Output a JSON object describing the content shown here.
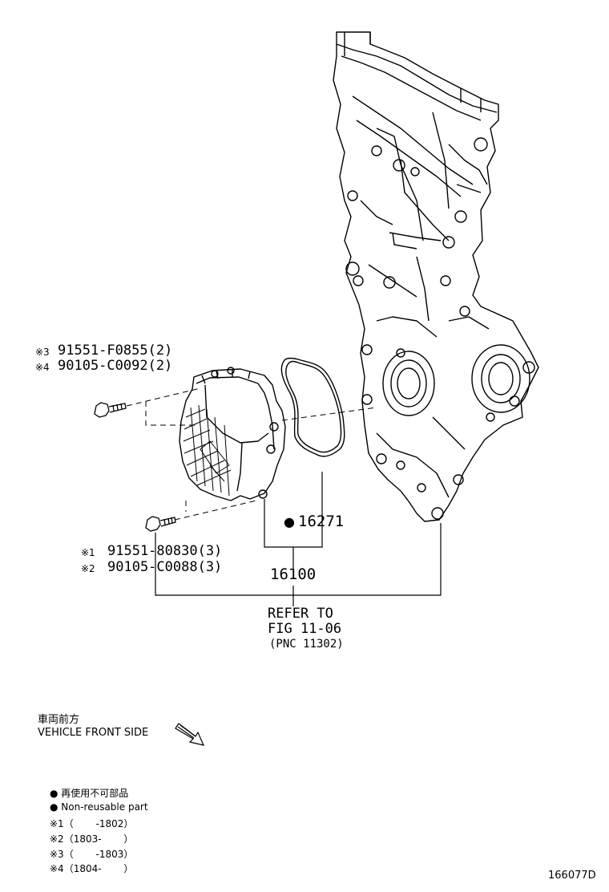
{
  "parts": {
    "bolt_upper_1": {
      "mark": "※3",
      "number": "91551-F0855(2)"
    },
    "bolt_upper_2": {
      "mark": "※4",
      "number": "90105-C0092(2)"
    },
    "bolt_lower_1": {
      "mark": "※1",
      "number": "91551-80830(3)"
    },
    "bolt_lower_2": {
      "mark": "※2",
      "number": "90105-C0088(3)"
    },
    "gasket": {
      "bullet": "●",
      "number": "16271"
    },
    "water_pump": {
      "number": "16100"
    }
  },
  "refer": {
    "line1": "REFER TO",
    "line2": "FIG 11-06",
    "line3": "(PNC 11302)"
  },
  "direction": {
    "jp": "車両前方",
    "en": "VEHICLE FRONT SIDE"
  },
  "legend": {
    "non_reusable_jp": "● 再使用不可部品",
    "non_reusable_en": "● Non-reusable part",
    "note1": "※1（　　 -1802）",
    "note2": "※2（1803-　　 ）",
    "note3": "※3（　　 -1803）",
    "note4": "※4（1804-　　 ）"
  },
  "figure_id": "166077D"
}
